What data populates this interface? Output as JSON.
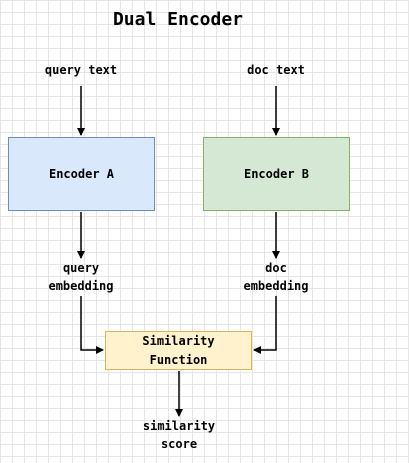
{
  "title": "Dual Encoder",
  "inputs": {
    "query_text": "query text",
    "doc_text": "doc text"
  },
  "encoders": {
    "a": "Encoder A",
    "b": "Encoder B"
  },
  "embeddings": {
    "query": [
      "query",
      "embedding"
    ],
    "doc": [
      "doc",
      "embedding"
    ]
  },
  "similarity_function": [
    "Similarity",
    "Function"
  ],
  "output": [
    "similarity",
    "score"
  ],
  "colors": {
    "encoder_a_fill": "#dae8fc",
    "encoder_a_stroke": "#6c8ebf",
    "encoder_b_fill": "#d5e8d4",
    "encoder_b_stroke": "#82b366",
    "similarity_fill": "#fff2cc",
    "similarity_stroke": "#d6b656",
    "arrow": "#000000"
  }
}
